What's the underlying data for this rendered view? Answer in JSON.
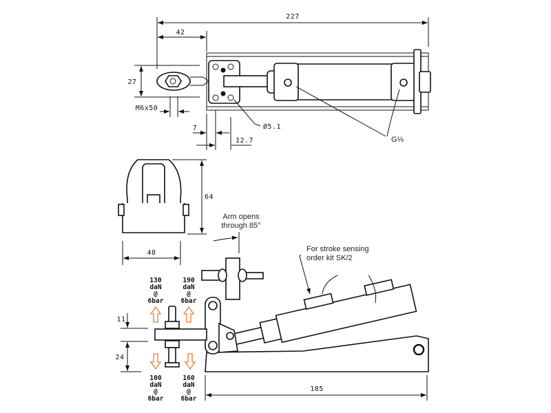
{
  "top_view": {
    "dim_overall": "227",
    "dim_arm": "42",
    "dim_height": "27",
    "dim_bolt": "M6x50",
    "dim_7": "7",
    "dim_12_7": "12.7",
    "dim_hole": "Ø5.1",
    "port": "G⅛"
  },
  "front_view": {
    "dim_height": "64",
    "dim_width": "48"
  },
  "side_view": {
    "arm_note": [
      "Arm opens",
      "through 85°"
    ],
    "sensing_note": [
      "For stroke sensing",
      "order kit SK/2"
    ],
    "dim_11": "11",
    "dim_24": "24",
    "dim_length": "185",
    "forces": {
      "up_left": [
        "130",
        "daN",
        "@",
        "6bar"
      ],
      "up_right": [
        "190",
        "daN",
        "@",
        "6bar"
      ],
      "down_left": [
        "100",
        "daN",
        "@",
        "6bar"
      ],
      "down_right": [
        "160",
        "daN",
        "@",
        "6bar"
      ]
    },
    "arrow_color": "#e9945a"
  }
}
